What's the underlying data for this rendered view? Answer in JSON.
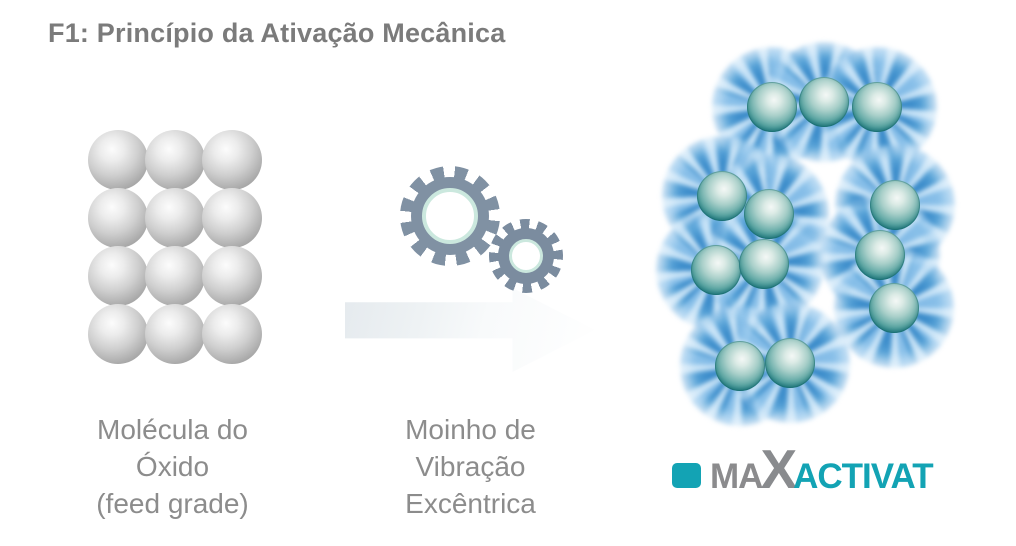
{
  "title": "F1: Princípio da Ativação Mecânica",
  "stages": {
    "feed": {
      "label": "Molécula do\nÓxido\n(feed grade)",
      "sphere_count": 12,
      "arrangement": "3x4 grid",
      "sphere_color": "#b0b0b0"
    },
    "mill": {
      "label": "Moinho de\nVibração\nExcêntrica",
      "icons": [
        "gears-icon",
        "right-arrow-icon"
      ],
      "gear_color": "#8091a3",
      "gear_ring_color": "#cbe8de",
      "arrow_fill": "#eef2f4"
    },
    "activated": {
      "sphere_count": 12,
      "cluster_sizes": [
        3,
        4,
        3,
        2
      ],
      "sphere_color": "#27858a",
      "halo_color": "#3585c6"
    }
  },
  "logo": {
    "full_text": "MAXACTIVAT",
    "text_gray": "MA",
    "text_x": "X",
    "text_teal": "ACTIVAT",
    "mark": "teal-rounded-square",
    "brand_teal": "#13a3b4",
    "brand_gray": "#8b8b8d"
  },
  "colors": {
    "background": "#ffffff",
    "title_gray": "#7b7b7b",
    "label_gray": "#8c8c8c"
  }
}
